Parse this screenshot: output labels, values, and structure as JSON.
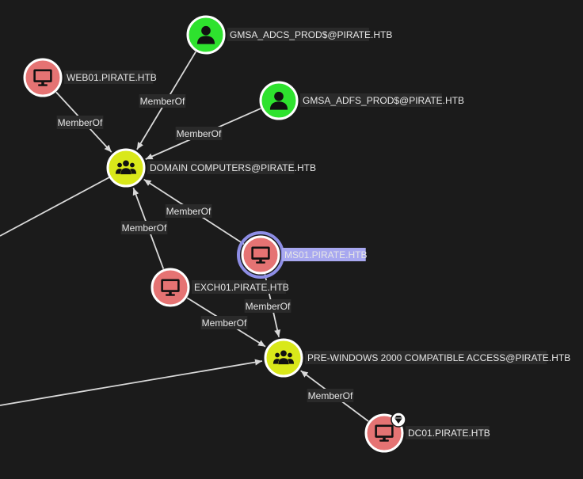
{
  "colors": {
    "background": "#1b1b1b",
    "computer_node": "#e57373",
    "group_node": "#d9e81a",
    "user_node": "#2ee22e",
    "edge": "#d9d9d9",
    "selected_ring": "#8e8ee6",
    "selected_label_bg": "#a8a8f0",
    "label_bg": "#2a2a2a"
  },
  "nodes": [
    {
      "id": "gmsa_adcs",
      "label": "GMSA_ADCS_PROD$@PIRATE.HTB",
      "kind": "user",
      "icon": "user-icon"
    },
    {
      "id": "web01",
      "label": "WEB01.PIRATE.HTB",
      "kind": "computer",
      "icon": "monitor-icon"
    },
    {
      "id": "gmsa_adfs",
      "label": "GMSA_ADFS_PROD$@PIRATE.HTB",
      "kind": "user",
      "icon": "user-icon"
    },
    {
      "id": "domain_computers",
      "label": "DOMAIN COMPUTERS@PIRATE.HTB",
      "kind": "group",
      "icon": "group-icon"
    },
    {
      "id": "ms01",
      "label": "MS01.PIRATE.HTB",
      "kind": "computer",
      "icon": "monitor-icon",
      "selected": true
    },
    {
      "id": "exch01",
      "label": "EXCH01.PIRATE.HTB",
      "kind": "computer",
      "icon": "monitor-icon"
    },
    {
      "id": "prewin2000",
      "label": "PRE-WINDOWS 2000 COMPATIBLE ACCESS@PIRATE.HTB",
      "kind": "group",
      "icon": "group-icon"
    },
    {
      "id": "dc01",
      "label": "DC01.PIRATE.HTB",
      "kind": "computer",
      "icon": "monitor-icon",
      "badge": "gem-icon"
    }
  ],
  "edges": [
    {
      "from": "gmsa_adcs",
      "to": "domain_computers",
      "label": "MemberOf"
    },
    {
      "from": "web01",
      "to": "domain_computers",
      "label": "MemberOf"
    },
    {
      "from": "gmsa_adfs",
      "to": "domain_computers",
      "label": "MemberOf"
    },
    {
      "from": "ms01",
      "to": "domain_computers",
      "label": "MemberOf"
    },
    {
      "from": "exch01",
      "to": "domain_computers",
      "label": "MemberOf"
    },
    {
      "from": "ms01",
      "to": "prewin2000",
      "label": "MemberOf"
    },
    {
      "from": "exch01",
      "to": "prewin2000",
      "label": "MemberOf"
    },
    {
      "from": "dc01",
      "to": "prewin2000",
      "label": "MemberOf"
    }
  ]
}
